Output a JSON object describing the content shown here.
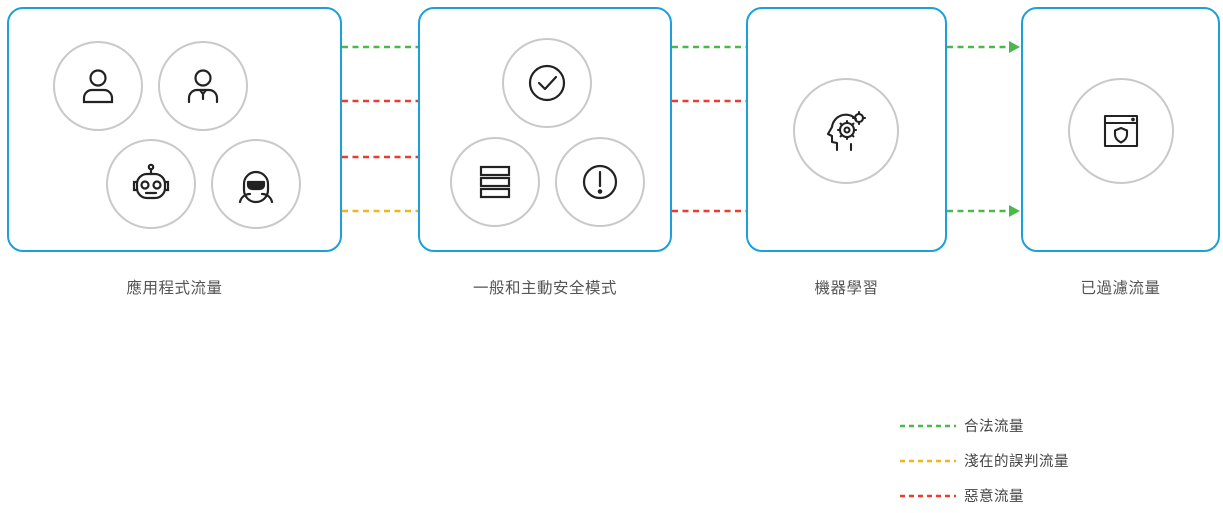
{
  "stages": [
    {
      "caption": "應用程式流量"
    },
    {
      "caption": "一般和主動安全模式"
    },
    {
      "caption": "機器學習"
    },
    {
      "caption": "已過濾流量"
    }
  ],
  "legend": [
    {
      "label": "合法流量",
      "color": "#4cb848"
    },
    {
      "label": "淺在的誤判流量",
      "color": "#f2b619"
    },
    {
      "label": "惡意流量",
      "color": "#ee3b30"
    }
  ],
  "colors": {
    "panel_border": "#1aa0dc",
    "circle_border": "#c9c9c9",
    "icon_stroke": "#222222",
    "legit": "#4cb848",
    "false_positive": "#f2b619",
    "malicious": "#ee3b30"
  },
  "icons": [
    "user-icon",
    "user-with-tie-icon",
    "robot-icon",
    "hacker-icon",
    "check-circle-icon",
    "server-stack-icon",
    "alert-icon",
    "brain-gear-icon",
    "browser-shield-icon"
  ]
}
